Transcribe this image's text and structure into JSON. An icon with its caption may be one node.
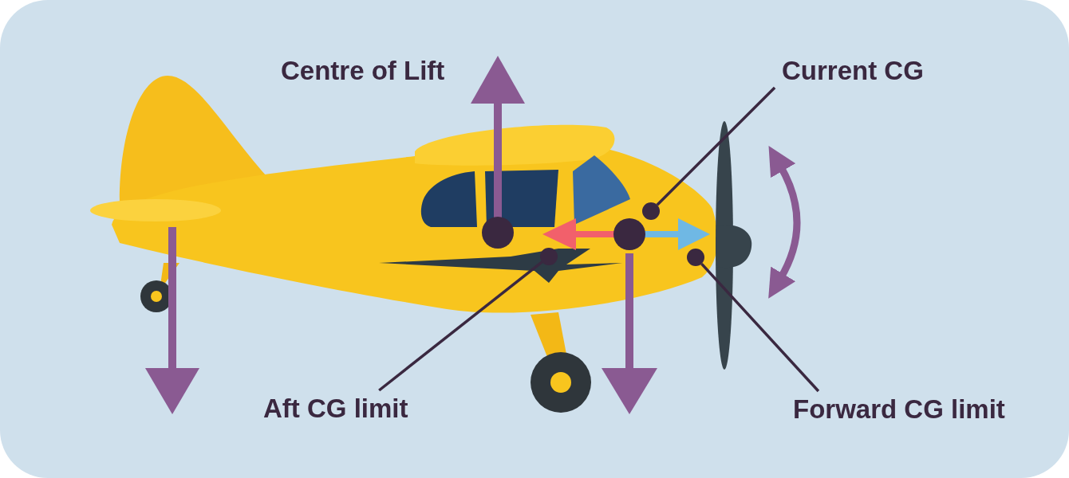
{
  "diagram": {
    "nodes": [
      {
        "text": [
          "Current CG"
        ]
      },
      {
        "text": [],
        "shape": "circle"
      },
      {
        "text": [
          "Aft CG limit"
        ]
      },
      {
        "text": [],
        "shape": "circle"
      },
      {
        "text": [
          "Forward CG limit"
        ]
      },
      {
        "text": [],
        "shape": "circle"
      }
    ],
    "edges": [
      {
        "from": 0,
        "to": 1,
        "arrow": "none"
      },
      {
        "from": 2,
        "to": 3,
        "arrow": "none"
      },
      {
        "from": 4,
        "to": 5,
        "arrow": "none"
      }
    ],
    "labels": [
      "Centre of Lift"
    ]
  }
}
